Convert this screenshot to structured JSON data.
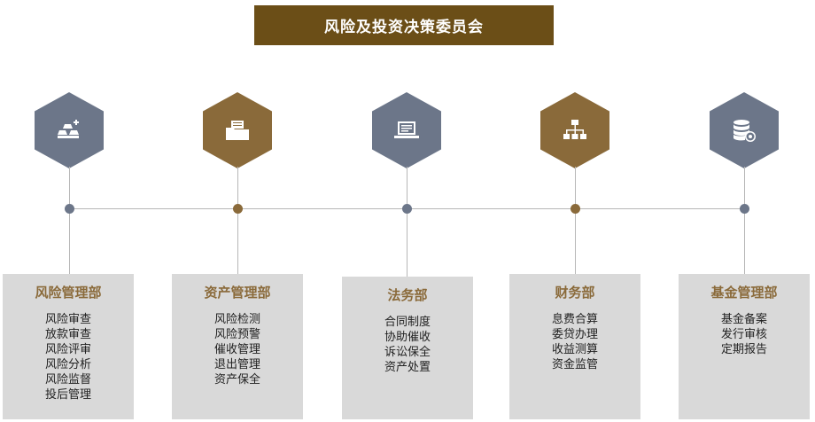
{
  "title": "风险及投资决策委员会",
  "colors": {
    "title_bg": "#6b4e17",
    "gray": "#6c7689",
    "brown": "#8a6a3a",
    "card_bg": "#d9d9d9",
    "line": "#b7b7b7"
  },
  "departments": [
    {
      "name": "风险管理部",
      "icon": "gold-bars-icon",
      "color": "gray",
      "items": [
        "风险审查",
        "放款审查",
        "风险评审",
        "风险分析",
        "风险监督",
        "投后管理"
      ]
    },
    {
      "name": "资产管理部",
      "icon": "folder-icon",
      "color": "brown",
      "items": [
        "风险检测",
        "风险预警",
        "催收管理",
        "退出管理",
        "资产保全"
      ]
    },
    {
      "name": "法务部",
      "icon": "laptop-icon",
      "color": "gray",
      "items": [
        "合同制度",
        "协助催收",
        "诉讼保全",
        "资产处置"
      ]
    },
    {
      "name": "财务部",
      "icon": "org-chart-icon",
      "color": "brown",
      "items": [
        "息费合算",
        "委贷办理",
        "收益测算",
        "资金监管"
      ]
    },
    {
      "name": "基金管理部",
      "icon": "database-gear-icon",
      "color": "gray",
      "items": [
        "基金备案",
        "发行审核",
        "定期报告"
      ]
    }
  ]
}
